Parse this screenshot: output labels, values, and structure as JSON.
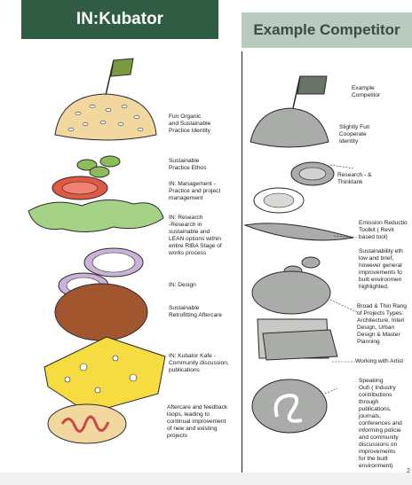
{
  "left_panel": {
    "title": "IN:Kubator",
    "title_bg": "#2f5c43",
    "labels": [
      "Fun Organic\nand Sustainable\nPractice Identity",
      "Sustainable\nPractice Ethos",
      "IN: Management -\nPractice and project\nmanagement",
      "IN: Research\n-Research in\nsustainable and\nLEAN options within\nentire RIBA Stage of\nworks process",
      "IN: Design",
      "Sustainable\nRetrofitting Aftercare",
      "IN: Kubator Kafe -\nCommunity discussion,\npublications",
      "Aftercare and feedback\nloops, leading to\ncontinual improvement\nof new and existing\nprojects"
    ]
  },
  "right_panel": {
    "title": "Example Competitor",
    "title_bg": "#b9cabf",
    "labels": [
      "Example\nCompetitor",
      "Slightly Fun\nCooperate\nIdentity",
      "Research - &\nThinktank",
      "Emission Reductio\nToolkit ( Revit\nbased tool)",
      "Sustainability eth\nlow and brief,\nhowever general\nimprovements fo\nbuilt environmen\nhighlighted.",
      "Broad & Thin Rang\nof Projects Types:\nArchitecture, Interi\nDesign, Urban\nDesign & Master\nPlanning",
      "Working with Artist",
      "Speaking\nOut\\ ( Industry\ncontributions\nthrough\npublications,\njournals,\nconferences and\ninforming policie\nand community\ndiscussions on\nimprovements\nfor the built\nenvironment)"
    ]
  },
  "page_number": "2",
  "colors": {
    "bun": "#f2d79e",
    "lettuce": "#a6d286",
    "tomato": "#e05a43",
    "onion": "#cbb2d9",
    "patty": "#a2562e",
    "cheese": "#f7dc41",
    "flag": "#7a9a42",
    "sauce": "#c8474b",
    "pickle": "#8ebc5b",
    "grey": "#a9aca8"
  }
}
